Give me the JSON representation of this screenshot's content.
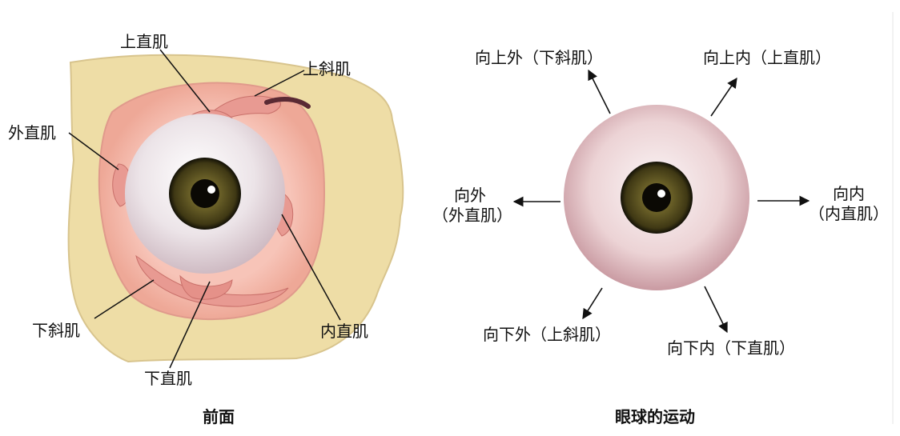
{
  "left_panel": {
    "caption": "前面",
    "labels": {
      "superior_rectus": "上直肌",
      "superior_oblique": "上斜肌",
      "lateral_rectus": "外直肌",
      "inferior_oblique": "下斜肌",
      "inferior_rectus": "下直肌",
      "medial_rectus": "内直肌"
    }
  },
  "right_panel": {
    "caption": "眼球的运动",
    "labels": {
      "up_out": "向上外（下斜肌）",
      "up_in": "向上内（上直肌）",
      "out_1": "向外",
      "out_2": "（外直肌）",
      "in_1": "向内",
      "in_2": "（内直肌）",
      "down_out": "向下外（上斜肌）",
      "down_in": "向下内（下直肌）"
    }
  },
  "colors": {
    "bone": "#eedda6",
    "muscle": "#e89a92",
    "sclera": "#f3eaec",
    "iris": "#4b4420"
  }
}
